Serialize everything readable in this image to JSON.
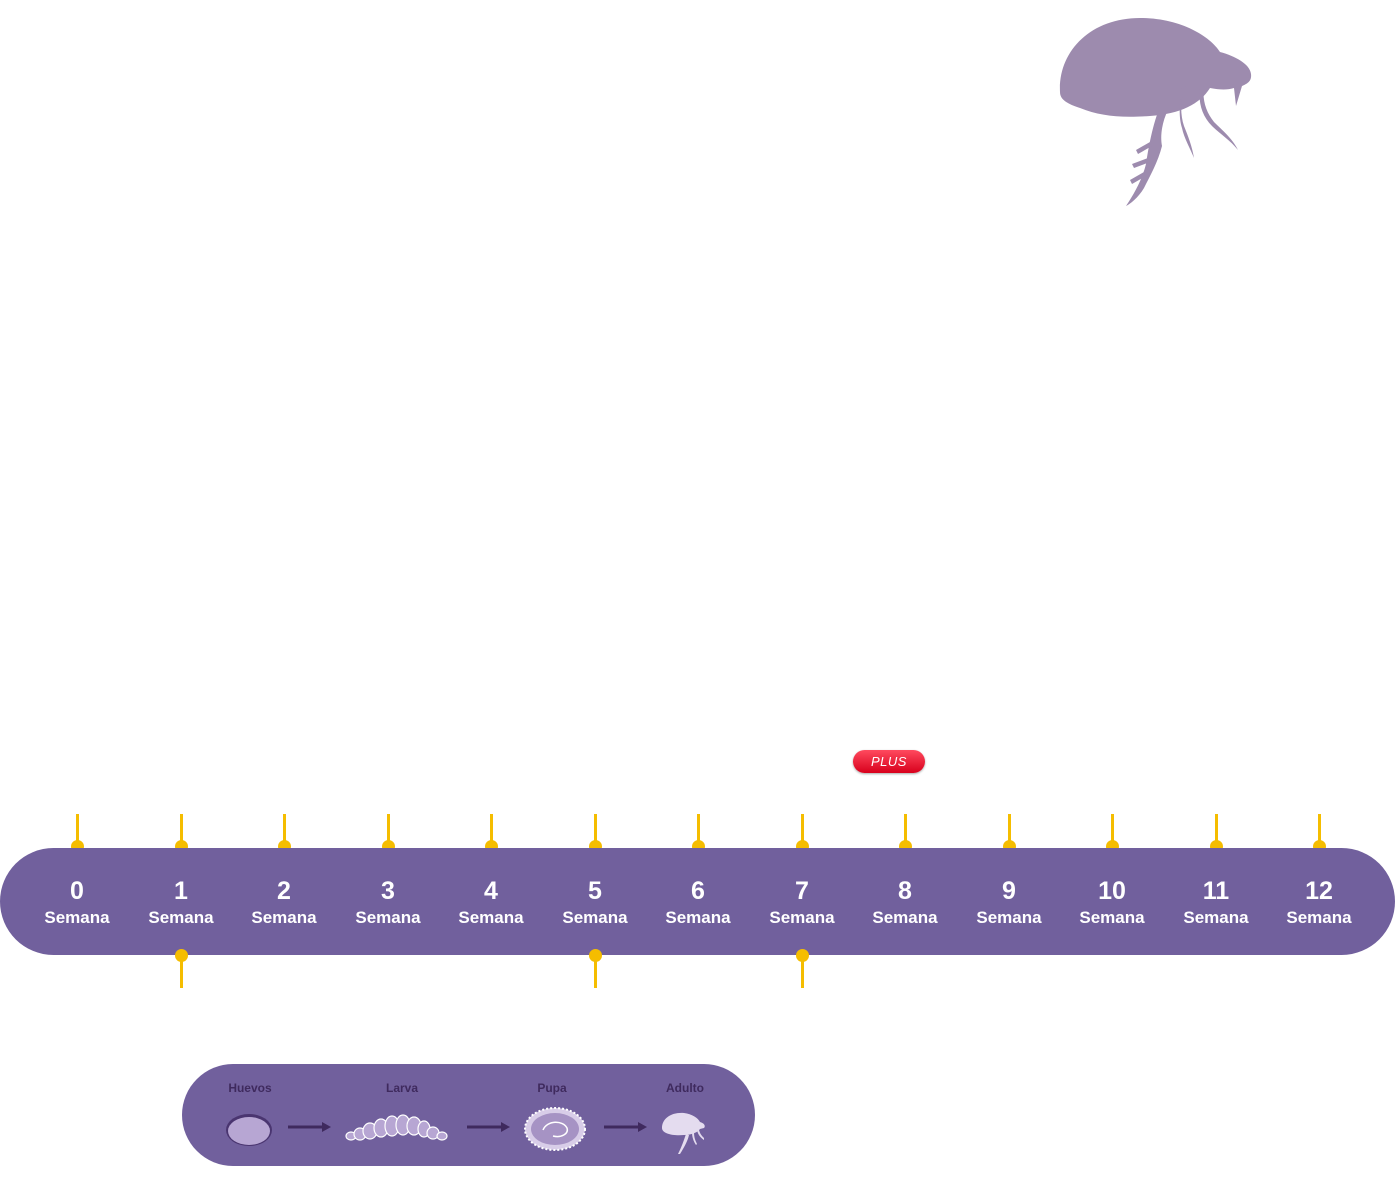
{
  "header_badge": {
    "label": "PLUS",
    "color": "#e0001e"
  },
  "flea_icon": "flea-silhouette-icon",
  "timeline": {
    "unit_label": "Semana",
    "weeks": [
      "0",
      "1",
      "2",
      "3",
      "4",
      "5",
      "6",
      "7",
      "8",
      "9",
      "10",
      "11",
      "12"
    ],
    "bottom_markers_weeks": [
      "1",
      "5",
      "7"
    ],
    "bar_color": "#71609d",
    "marker_color": "#f5bd00"
  },
  "lifecycle": {
    "stages": [
      {
        "label": "Huevos",
        "icon": "egg-icon"
      },
      {
        "label": "Larva",
        "icon": "larva-icon"
      },
      {
        "label": "Pupa",
        "icon": "pupa-icon"
      },
      {
        "label": "Adulto",
        "icon": "adult-flea-icon"
      }
    ]
  }
}
